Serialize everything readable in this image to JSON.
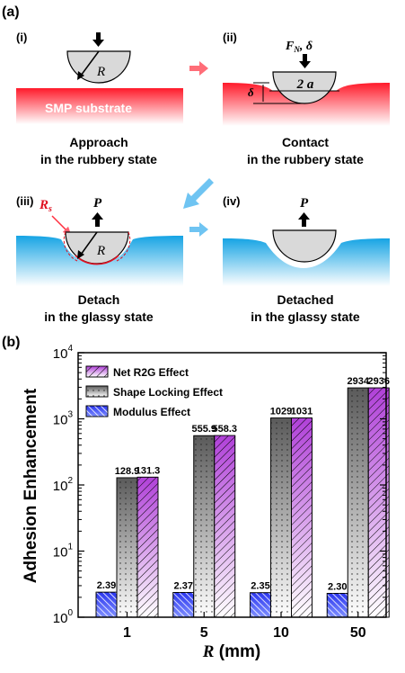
{
  "panel_a": {
    "label": "(a)",
    "steps": [
      {
        "num": "(i)",
        "caption1": "Approach",
        "caption2": "in the rubbery state",
        "radius_symbol": "R"
      },
      {
        "num": "(ii)",
        "caption1": "Contact",
        "caption2": "in the rubbery state",
        "force_label": "F",
        "force_sub": "N",
        "force_tail": ", δ",
        "contact_width": "2 a",
        "indent_label": "δ"
      },
      {
        "num": "(iii)",
        "caption1": "Detach",
        "caption2": "in the glassy state",
        "radius_symbol": "R",
        "rs_label": "R",
        "rs_sub": "s",
        "pull_label": "P"
      },
      {
        "num": "(iv)",
        "caption1": "Detached",
        "caption2": "in the glassy state",
        "pull_label": "P"
      }
    ],
    "substrate_label": "SMP substrate",
    "colors": {
      "rubbery": "#ff2030",
      "glassy": "#1aa8e6",
      "arrow_red": "#ff6070",
      "arrow_blue": "#4ab0ee"
    }
  },
  "panel_b": {
    "label": "(b)",
    "ylabel": "Adhesion Enhancement",
    "xlabel_symbol": "R",
    "xlabel_unit": " (mm)",
    "y_tick_base": "10",
    "legend": [
      "Net R2G Effect",
      "Shape Locking Effect",
      "Modulus Effect"
    ]
  },
  "chart_data": {
    "type": "bar",
    "scale": "log",
    "ylim": [
      1,
      10000
    ],
    "categories": [
      "1",
      "5",
      "10",
      "50"
    ],
    "series": [
      {
        "name": "Modulus Effect",
        "values": [
          2.39,
          2.37,
          2.35,
          2.3
        ],
        "labels": [
          "2.39",
          "2.37",
          "2.35",
          "2.30"
        ],
        "color": "#3344ee",
        "pattern": "diagonal-hatch"
      },
      {
        "name": "Shape Locking Effect",
        "values": [
          128.9,
          555.9,
          1029,
          2934
        ],
        "labels": [
          "128.9",
          "555.9",
          "1029",
          "2934"
        ],
        "color": "#666666",
        "pattern": "dots-gradient"
      },
      {
        "name": "Net R2G Effect",
        "values": [
          131.3,
          558.3,
          1031,
          2936
        ],
        "labels": [
          "131.3",
          "558.3",
          "1031",
          "2936"
        ],
        "color": "#aa33cc",
        "pattern": "backslash-hatch"
      }
    ],
    "yticks_exp": [
      "0",
      "1",
      "2",
      "3",
      "4"
    ],
    "legend_position": "top-left",
    "grid": false
  }
}
